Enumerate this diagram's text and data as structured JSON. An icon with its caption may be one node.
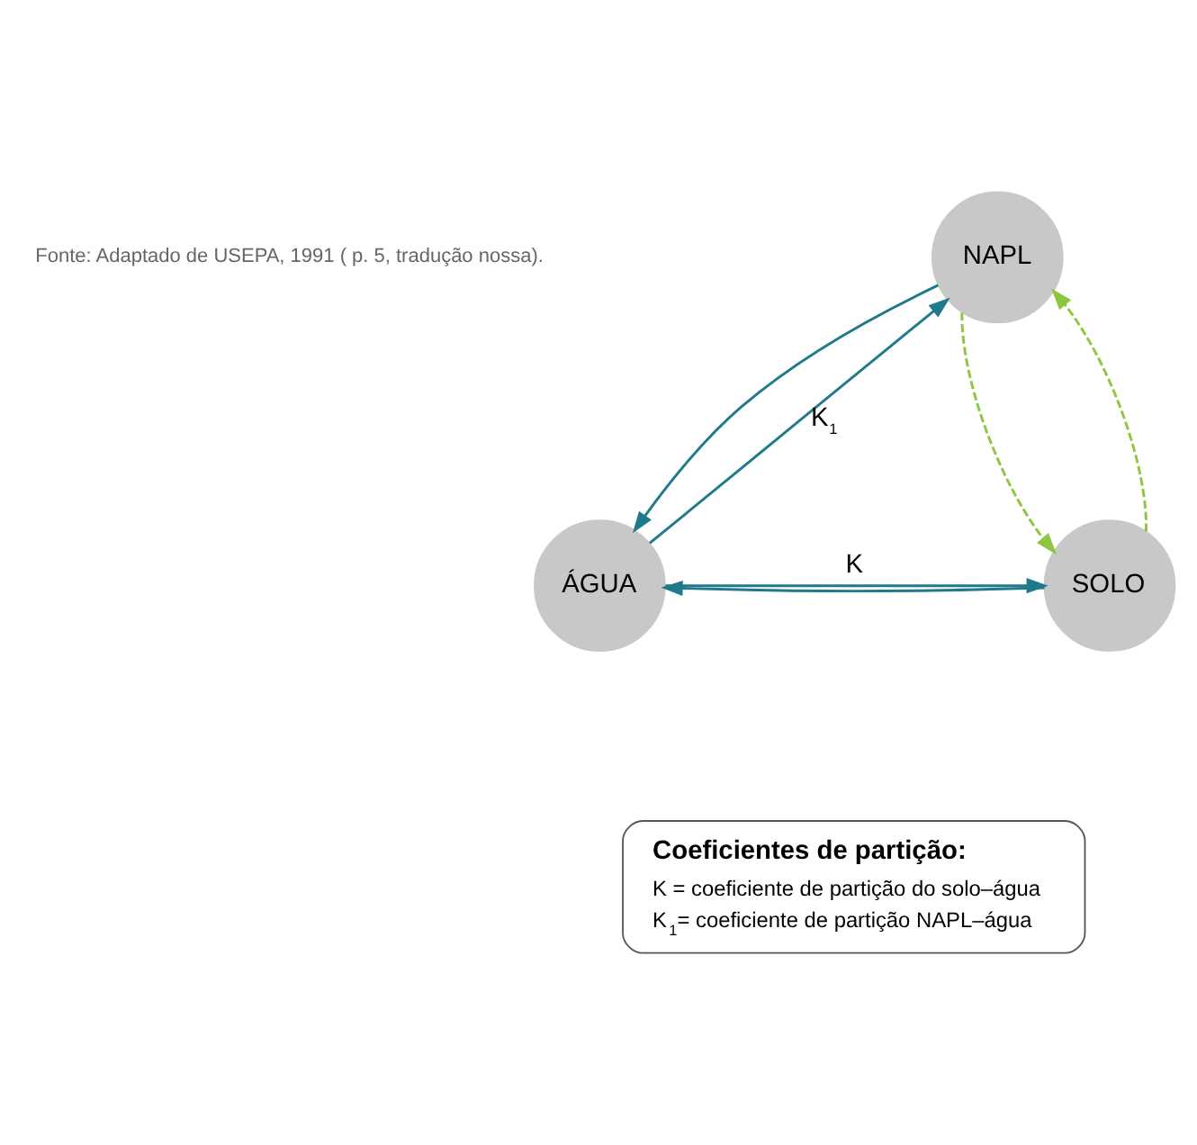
{
  "diagram": {
    "nodes": [
      {
        "text": [
          "NAPL"
        ]
      },
      {
        "text": [
          "ÁGUA"
        ]
      },
      {
        "text": [
          "SOLO"
        ]
      },
      {
        "text": [
          "Coeficientes de partição:",
          "K = coeficiente de partição do solo–água",
          "K$_{1}$= coeficiente de partição NAPL–água"
        ]
      }
    ],
    "edges": [
      {
        "from": 1,
        "to": 0,
        "arrow": "to",
        "label": "K$_{1}$"
      },
      {
        "from": 0,
        "to": 1,
        "arrow": "to"
      },
      {
        "from": 1,
        "to": 2,
        "arrow": "to",
        "label": "K"
      },
      {
        "from": 2,
        "to": 1,
        "arrow": "to"
      },
      {
        "from": 2,
        "to": 0,
        "arrow": "to",
        "style": "dashed",
        "color": "#8dc63f"
      },
      {
        "from": 0,
        "to": 2,
        "arrow": "to",
        "style": "dashed",
        "color": "#8dc63f"
      }
    ],
    "labels": [
      "Fonte: Adaptado de USEPA, 1991 ( p. 5, tradução nossa)."
    ]
  }
}
